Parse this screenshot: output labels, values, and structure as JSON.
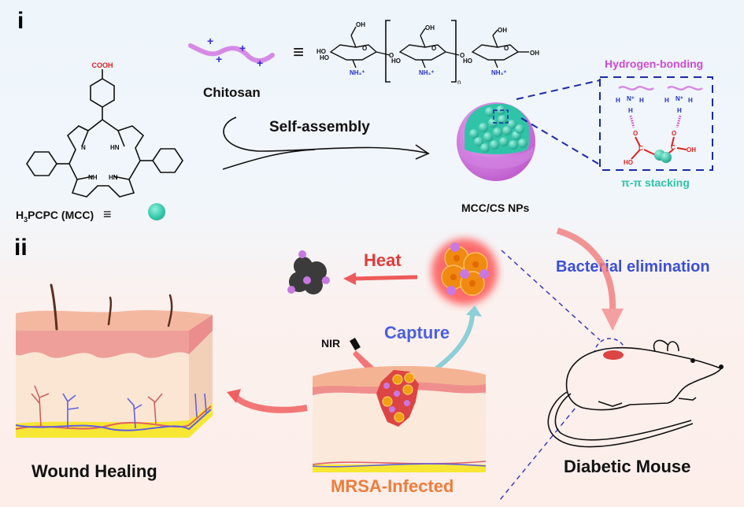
{
  "panel_i": {
    "label": "i",
    "porphyrin": {
      "substituent": "COOH",
      "ring_labels": [
        "N",
        "HN",
        "NH",
        "HN"
      ],
      "name_prefix": "H",
      "name_sub": "3",
      "name_rest": "PCPC (MCC)",
      "equiv": "≡"
    },
    "chitosan": {
      "label": "Chitosan",
      "equiv": "≡",
      "charge": "+",
      "groups": {
        "oh": "OH",
        "ho": "HO",
        "o": "O",
        "nh3": "NH₃⁺",
        "n": "n"
      }
    },
    "arrow_label": "Self-assembly",
    "nanoparticle_label": "MCC/CS NPs",
    "inset": {
      "title": "Hydrogen-bonding",
      "subtitle": "π-π stacking",
      "atoms": {
        "h": "H",
        "n": "N⁺",
        "o": "O",
        "c": "C",
        "oh": "OH",
        "ho": "HO"
      }
    },
    "colors": {
      "pink": "#d04ad6",
      "teal": "#2fc4a8",
      "navy": "#1a2aa8",
      "red": "#e02020"
    }
  },
  "panel_ii": {
    "label": "ii",
    "heat_label": "Heat",
    "capture_label": "Capture",
    "nir_label": "NIR",
    "infected_label": "MRSA-Infected",
    "wound_label": "Wound Healing",
    "elimination_label": "Bacterial elimination",
    "mouse_label": "Diabetic Mouse",
    "colors": {
      "heat": "#e23a3a",
      "capture": "#4a5fe0",
      "infected": "#f07c3a",
      "elimination": "#3a4fd8"
    }
  }
}
